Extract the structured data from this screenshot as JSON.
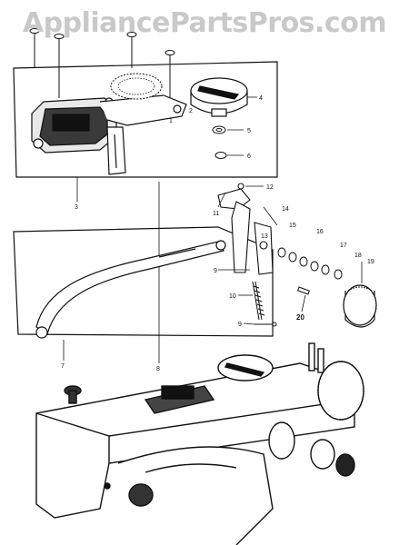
{
  "watermark": "AppliancePartsPros.com",
  "callouts": {
    "c1": "1",
    "c2": "2",
    "c3": "3",
    "c4": "4",
    "c5": "5",
    "c6": "6",
    "c7": "7",
    "c8": "8",
    "c9a": "9",
    "c9b": "9",
    "c10": "10",
    "c11": "11",
    "c12": "12",
    "c13": "13",
    "c14": "14",
    "c15": "15",
    "c16": "16",
    "c17": "17",
    "c18": "18",
    "c19": "19",
    "c20": "20"
  },
  "colors": {
    "ink": "#111111",
    "watermark": "#c9c9c9",
    "paper": "#ffffff"
  }
}
